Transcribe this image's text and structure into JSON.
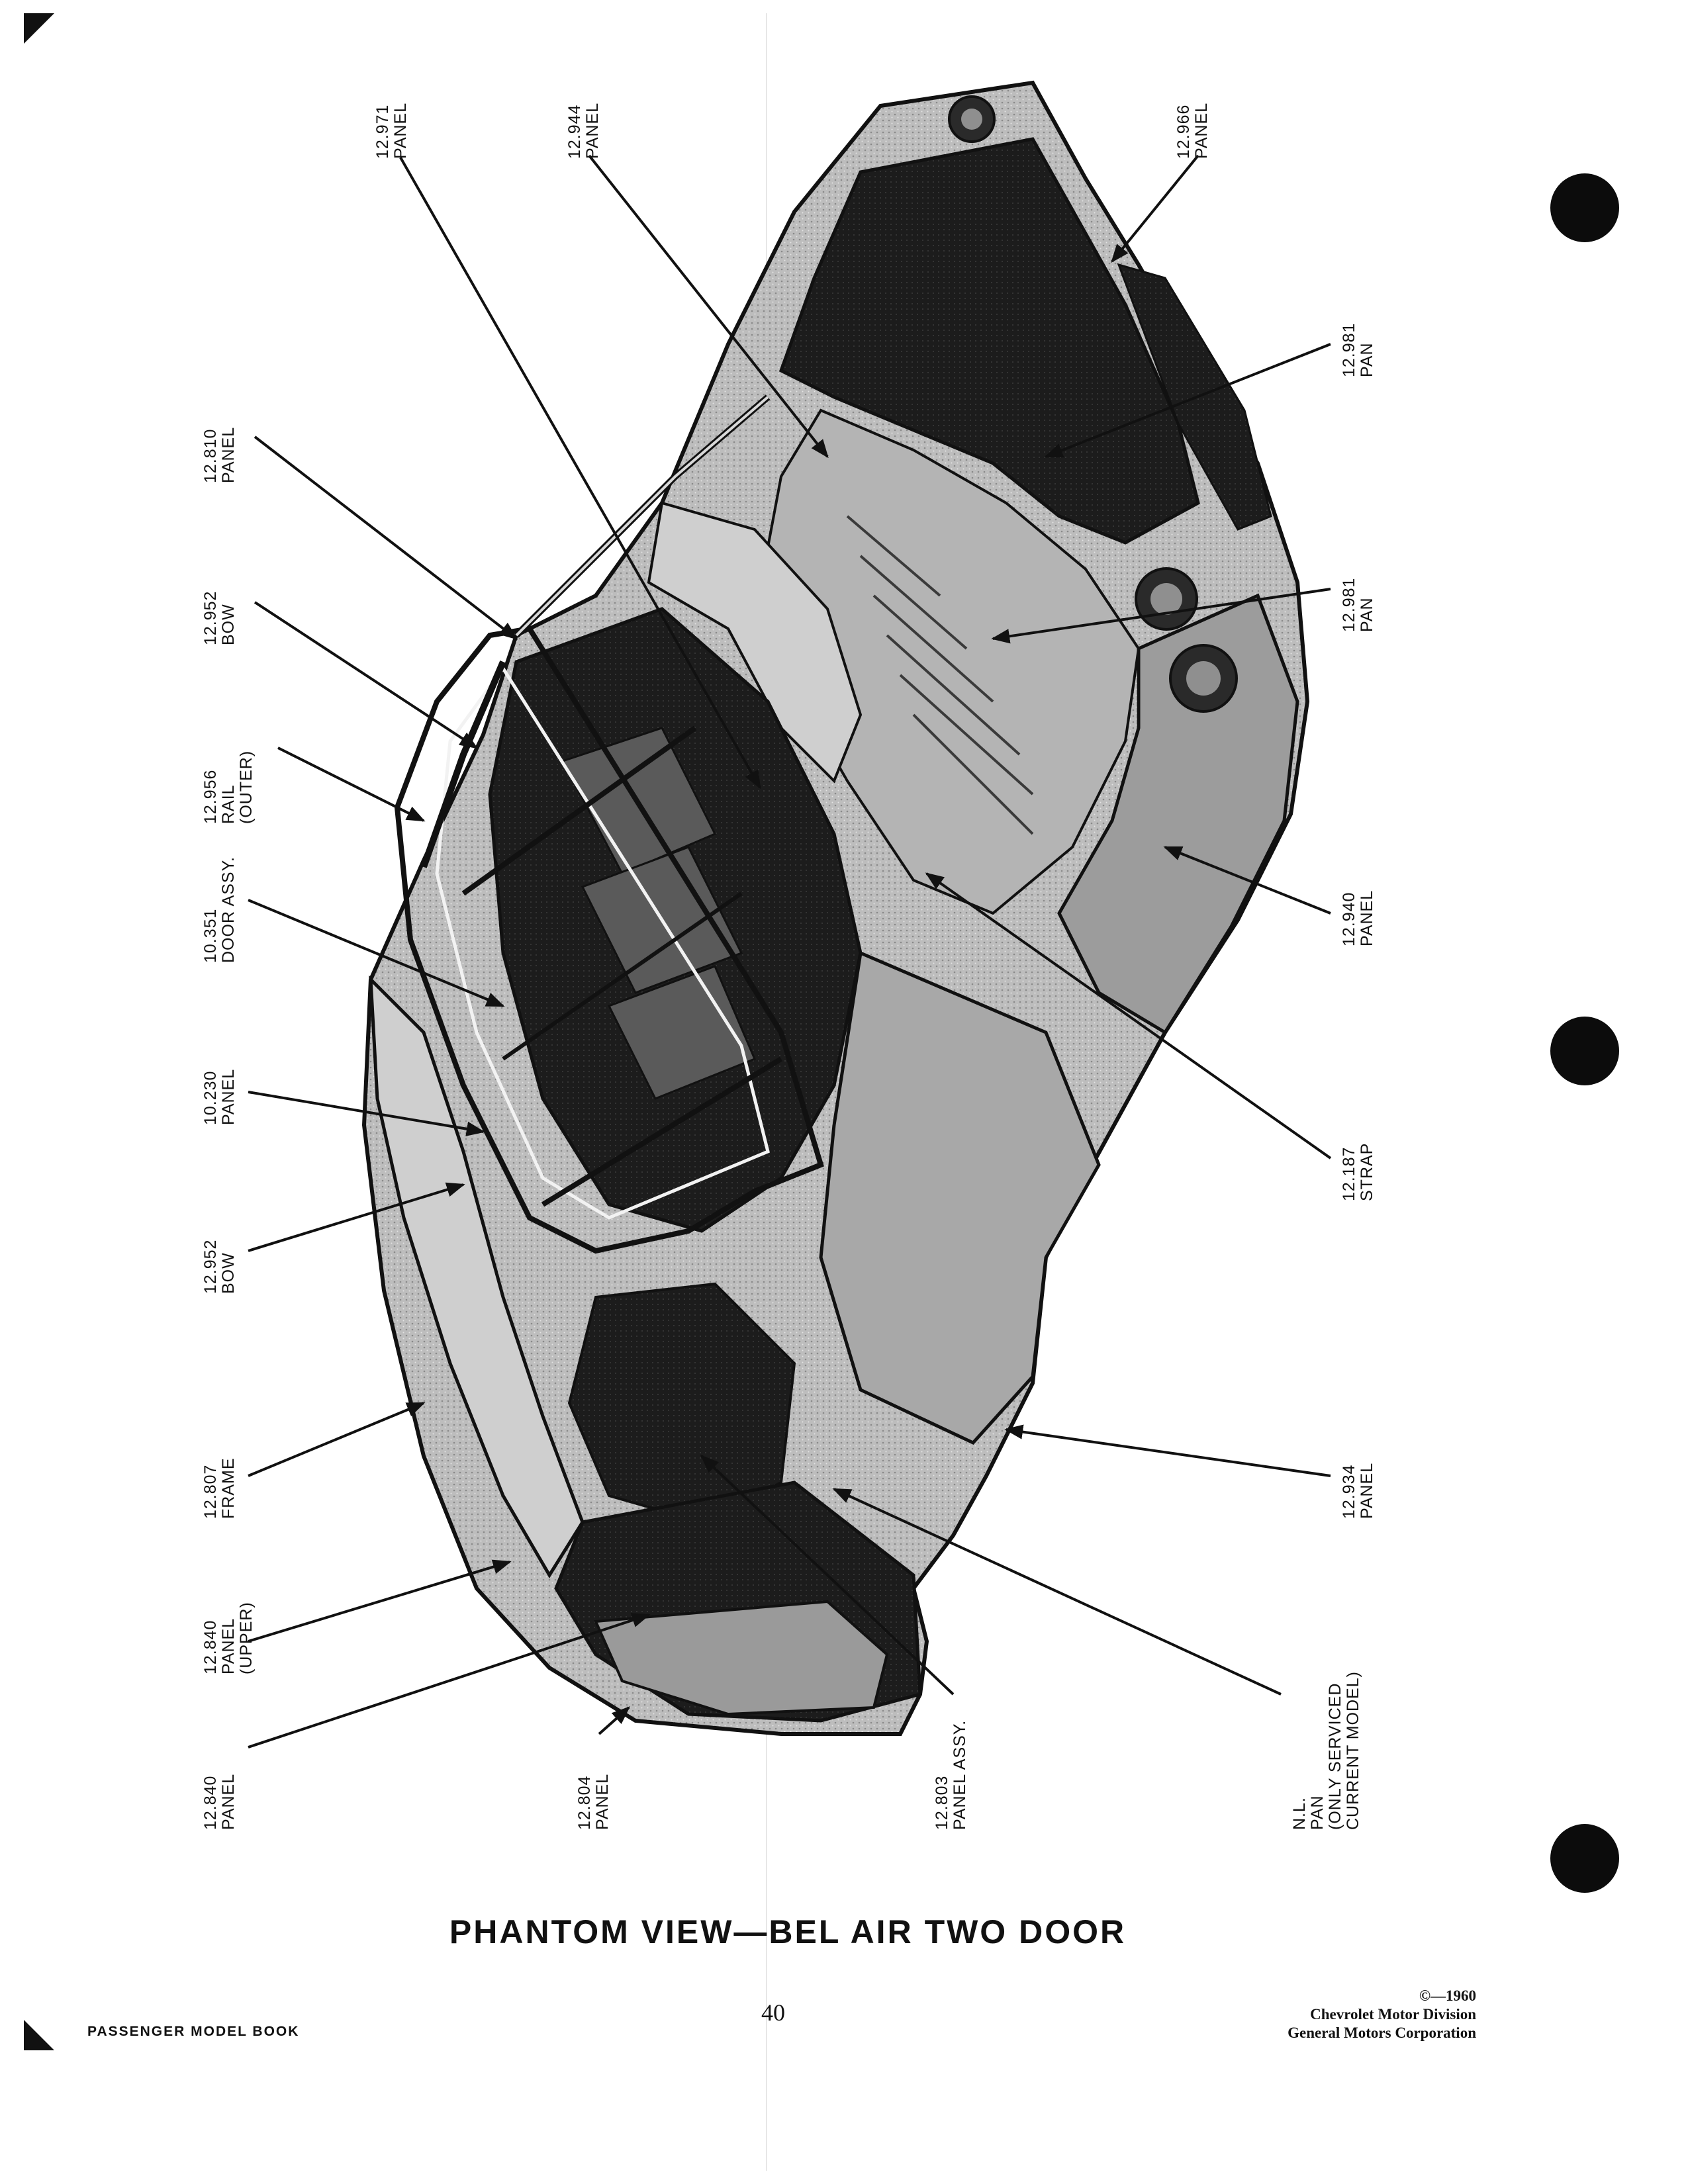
{
  "figure": {
    "title": "PHANTOM VIEW—BEL AIR TWO DOOR"
  },
  "callouts": [
    {
      "id": "c12971",
      "lines": [
        "12.971",
        "PANEL"
      ]
    },
    {
      "id": "c12944",
      "lines": [
        "12.944",
        "PANEL"
      ]
    },
    {
      "id": "c12966",
      "lines": [
        "12.966",
        "PANEL"
      ]
    },
    {
      "id": "c12981a",
      "lines": [
        "12.981",
        "PAN"
      ]
    },
    {
      "id": "c12981b",
      "lines": [
        "12.981",
        "PAN"
      ]
    },
    {
      "id": "c12940",
      "lines": [
        "12.940",
        "PANEL"
      ]
    },
    {
      "id": "c12187",
      "lines": [
        "12.187",
        "STRAP"
      ]
    },
    {
      "id": "c12934",
      "lines": [
        "12.934",
        "PANEL"
      ]
    },
    {
      "id": "cNL",
      "lines": [
        "N.L.",
        "PAN",
        "(ONLY SERVICED",
        "CURRENT MODEL)"
      ]
    },
    {
      "id": "c12803",
      "lines": [
        "12.803",
        "PANEL ASSY."
      ]
    },
    {
      "id": "c12804",
      "lines": [
        "12.804",
        "PANEL"
      ]
    },
    {
      "id": "c12840b",
      "lines": [
        "12.840",
        "PANEL"
      ]
    },
    {
      "id": "c12840a",
      "lines": [
        "12.840",
        "PANEL",
        "(UPPER)"
      ]
    },
    {
      "id": "c12807",
      "lines": [
        "12.807",
        "FRAME"
      ]
    },
    {
      "id": "c12952b",
      "lines": [
        "12.952",
        "BOW"
      ]
    },
    {
      "id": "c10230",
      "lines": [
        "10.230",
        "PANEL"
      ]
    },
    {
      "id": "c10351",
      "lines": [
        "10.351",
        "DOOR ASSY."
      ]
    },
    {
      "id": "c12956",
      "lines": [
        "12.956",
        "RAIL",
        "(OUTER)"
      ]
    },
    {
      "id": "c12952a",
      "lines": [
        "12.952",
        "BOW"
      ]
    },
    {
      "id": "c12810",
      "lines": [
        "12.810",
        "PANEL"
      ]
    }
  ],
  "footer": {
    "left": "PASSENGER MODEL BOOK",
    "page_number": "40",
    "copyright": [
      "©—1960",
      "Chevrolet Motor Division",
      "General Motors Corporation"
    ]
  }
}
